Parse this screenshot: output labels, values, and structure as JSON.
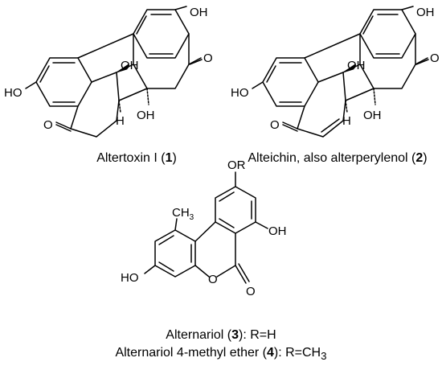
{
  "figure": {
    "structures": [
      {
        "id": "altertoxin-1",
        "caption": {
          "name": "Altertoxin I (",
          "number": "1",
          "suffix": ")"
        },
        "atom_labels": {
          "oh_top": "OH",
          "o_right": "O",
          "ho_left": "HO",
          "oh_center": "OH",
          "h_center": "H",
          "oh_bottom": "OH",
          "o_bottom": "O"
        }
      },
      {
        "id": "alteichin",
        "caption": {
          "name": "Alteichin, also alterperylenol (",
          "number": "2",
          "suffix": ")"
        },
        "atom_labels": {
          "oh_top": "OH",
          "o_right": "O",
          "ho_left": "HO",
          "oh_center": "OH",
          "h_center": "H",
          "oh_bottom": "OH",
          "o_bottom": "O"
        }
      },
      {
        "id": "alternariol",
        "caption_lines": [
          {
            "name": "Alternariol (",
            "number": "3",
            "suffix": "): R=H"
          },
          {
            "name": "Alternariol 4-methyl ether (",
            "number": "4",
            "suffix": "): R=CH",
            "sub": "3"
          }
        ],
        "atom_labels": {
          "or_top": "OR",
          "ch3": "CH",
          "ch3_sub": "3",
          "oh_right": "OH",
          "ho_left": "HO",
          "o_ring": "O",
          "o_carbonyl": "O"
        }
      }
    ]
  }
}
